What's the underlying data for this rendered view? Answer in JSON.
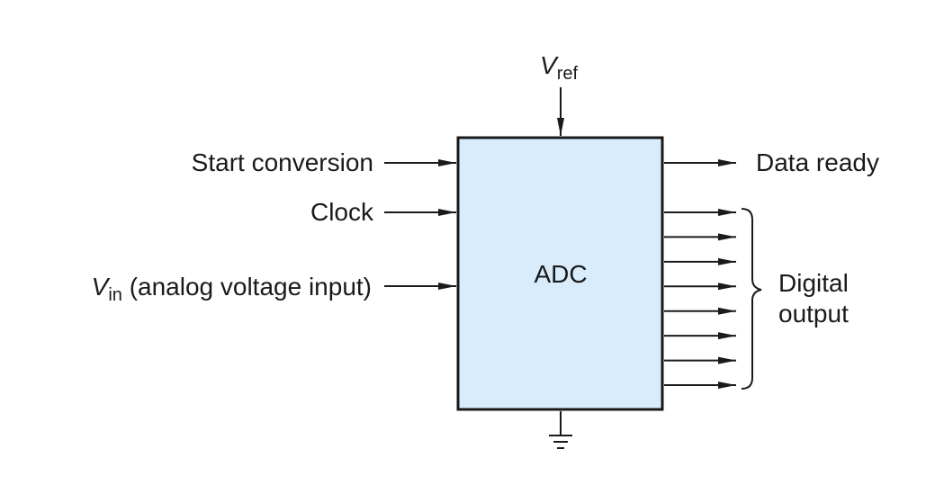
{
  "diagram": {
    "box_label": "ADC",
    "box_fill": "#d9ecfb",
    "line_color": "#1a1a1a",
    "vref": {
      "main": "V",
      "sub": "ref"
    },
    "inputs": {
      "start_conversion": "Start conversion",
      "clock": "Clock",
      "vin_main": "V",
      "vin_sub": "in",
      "vin_rest": " (analog voltage input)"
    },
    "outputs": {
      "data_ready": "Data ready",
      "digital_line1": "Digital",
      "digital_line2": "output",
      "digital_output_count": 8
    }
  }
}
